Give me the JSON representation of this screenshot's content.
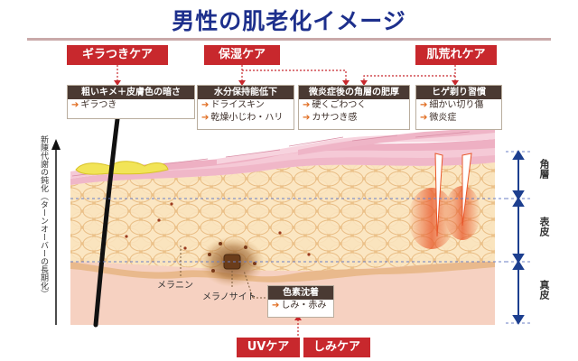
{
  "title": "男性の肌老化イメージ",
  "categories": {
    "giragira": "ギラつきケア",
    "hoshitsu": "保湿ケア",
    "hadaare": "肌荒れケア",
    "uv": "UVケア",
    "shimi": "しみケア"
  },
  "boxes": {
    "b1": {
      "header": "粗いキメ＋皮膚色の暗さ",
      "items": [
        "ギラつき"
      ]
    },
    "b2": {
      "header": "水分保持能低下",
      "items": [
        "ドライスキン",
        "乾燥小じわ・ハリ"
      ]
    },
    "b3": {
      "header": "微炎症後の角層の肥厚",
      "items": [
        "硬くごわつく",
        "カサつき感"
      ]
    },
    "b4": {
      "header": "ヒゲ剃り習慣",
      "items": [
        "細かい切り傷",
        "微炎症"
      ]
    },
    "b5": {
      "header": "色素沈着",
      "items": [
        "しみ・赤み"
      ]
    }
  },
  "arrow_glyph": "➔",
  "side_note": "新陳代謝の鈍化（ターンオーバーの長期化）",
  "labels": {
    "melanin": "メラニン",
    "melanocyte": "メラノサイト"
  },
  "layers": {
    "kakuso": "角層",
    "hyohi": "表皮",
    "shinpi": "真皮"
  },
  "colors": {
    "title": "#1d2f8c",
    "category": "#c8282d",
    "box_header": "#4a3a33",
    "arrow": "#e06b1e"
  }
}
